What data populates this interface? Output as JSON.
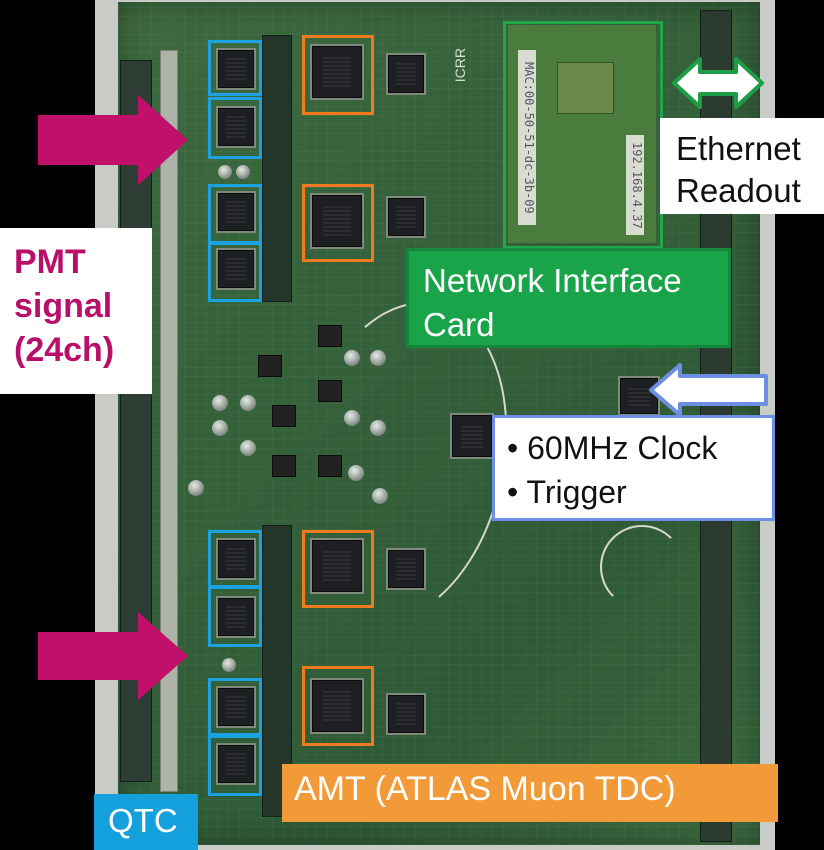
{
  "labels": {
    "pmt_line1": "PMT",
    "pmt_line2": "signal",
    "pmt_line3": "(24ch)",
    "ethernet_line1": "Ethernet",
    "ethernet_line2": "Readout",
    "nic_line1": "Network Interface",
    "nic_line2": "Card",
    "clock_item1": "• 60MHz Clock",
    "clock_item2": "• Trigger",
    "amt": "AMT (ATLAS Muon TDC)",
    "qtc": "QTC"
  },
  "board_text": {
    "icrr": "ICRR",
    "nic_sticker_left": "MAC:00-50-51-dc-3b-09",
    "nic_sticker_right": "192.168.4.37"
  },
  "colors": {
    "magenta_arrow": "#c0106a",
    "qtc_box": "#1aa3e0",
    "amt_box": "#f07a1e",
    "nic_label": "#19a44a",
    "clock_arrow": "#6c8fe4",
    "ethernet_arrow": "#1f9c46"
  }
}
